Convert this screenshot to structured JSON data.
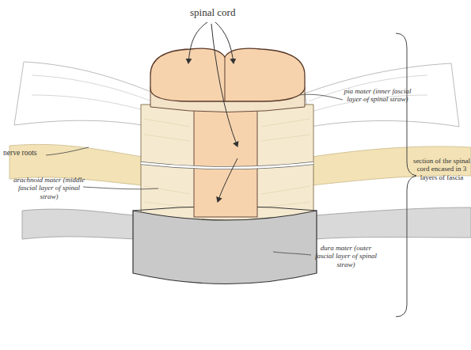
{
  "diagram": {
    "labels": [
      "spinal cord",
      "pia mater (inner fascial layer of spinal straw)",
      "nerve roots",
      "arachnoid mater (middle fascial layer of spinal straw)",
      "dura mater (outer fascial layer of spinal straw)",
      "section of the spinal cord encased in 3 layers of fascia"
    ]
  }
}
